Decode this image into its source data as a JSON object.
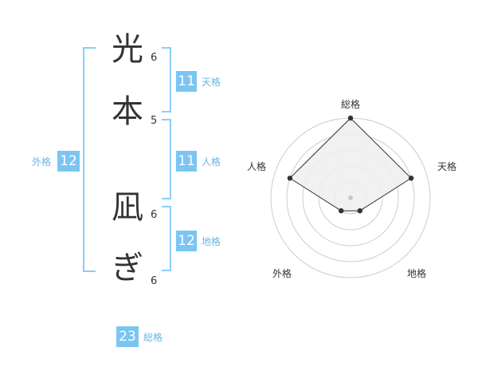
{
  "name": {
    "chars": [
      {
        "char": "光",
        "strokes": "6"
      },
      {
        "char": "本",
        "strokes": "5"
      },
      {
        "char": "凪",
        "strokes": "6"
      },
      {
        "char": "ぎ",
        "strokes": "6"
      }
    ]
  },
  "fortune": {
    "tenkaku": {
      "label": "天格",
      "value": "11"
    },
    "jinkaku": {
      "label": "人格",
      "value": "11"
    },
    "chikaku": {
      "label": "地格",
      "value": "12"
    },
    "gaikaku": {
      "label": "外格",
      "value": "12"
    },
    "soukaku": {
      "label": "総格",
      "value": "23"
    }
  },
  "radar": {
    "labels": {
      "top": "総格",
      "right": "天格",
      "bottom_right": "地格",
      "bottom_left": "外格",
      "left": "人格"
    },
    "levels": 5,
    "values": {
      "top": 1.0,
      "right": 0.8,
      "bottom_right": 0.2,
      "bottom_left": 0.2,
      "left": 0.8
    },
    "colors": {
      "fill": "#eeeeee",
      "stroke": "#333333",
      "grid": "#cccccc",
      "center": "#c8c8c8"
    }
  },
  "colors": {
    "accent": "#7cc5f3",
    "bracket": "#8ccdf5",
    "label": "#66b6e8"
  }
}
